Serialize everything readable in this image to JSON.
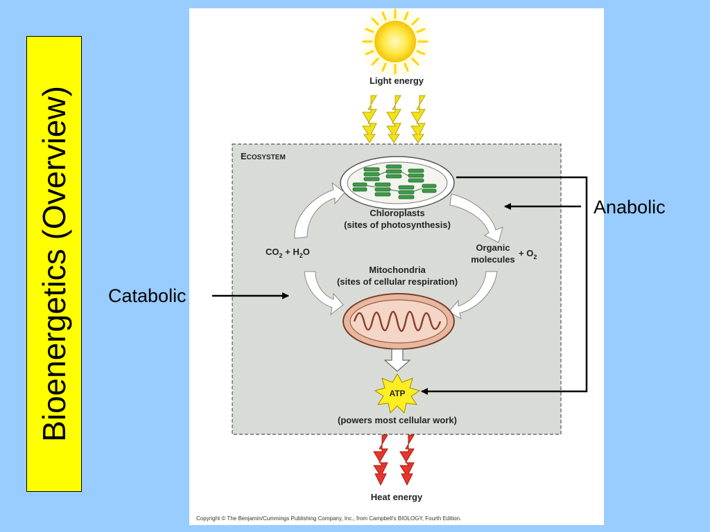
{
  "slide": {
    "title": "Bioenergetics (Overview)",
    "catabolic_label": "Catabolic",
    "anabolic_label": "Anabolic"
  },
  "figure": {
    "light_energy": "Light energy",
    "ecosystem_label_cap1": "E",
    "ecosystem_label_rest": "COSYSTEM",
    "chloroplasts_line1": "Chloroplasts",
    "chloroplasts_line2": "(sites of photosynthesis)",
    "co2": "CO",
    "co2_sub": "2",
    "plus_h": " + H",
    "h2o_sub": "2",
    "h2o_o": "O",
    "organic_line1": "Organic",
    "organic_line2": "molecules",
    "plus_o2": "+ O",
    "o2_sub": "2",
    "mito_line1": "Mitochondria",
    "mito_line2": "(sites of cellular respiration)",
    "atp": "ATP",
    "powers": "(powers most cellular work)",
    "heat_energy": "Heat energy",
    "copyright": "Copyright © The Benjamin/Cummings Publishing Company, Inc., from Campbell's BIOLOGY, Fourth Edition."
  },
  "colors": {
    "background": "#99ccff",
    "title_box": "#ffff00",
    "ecosystem_fill": "#d9dcd6",
    "light_arrow": "#f2e21b",
    "heat_arrow": "#e8352b",
    "chloroplast_green": "#3e9b48",
    "mito_fill": "#e7b8a0",
    "atp_star": "#ffee22"
  }
}
